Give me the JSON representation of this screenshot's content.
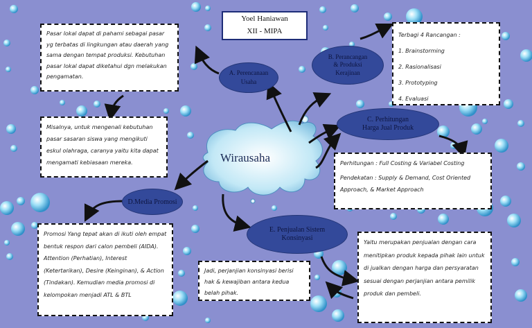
{
  "header": {
    "name": "Yoel Haniawan",
    "class": "XII - MIPA"
  },
  "center": {
    "label": "Wirausaha"
  },
  "nodes": {
    "a": {
      "line1": "A. Perencanaan",
      "line2": "Usaha"
    },
    "b": {
      "line1": "B. Perancangan",
      "line2": "& Produksi",
      "line3": "Kerajinan"
    },
    "c": {
      "line1": "C. Perhitungan",
      "line2": "Harga Jual Produk"
    },
    "d": {
      "line1": "D.Media Promosi"
    },
    "e": {
      "line1": "E. Penjualan Sistem",
      "line2": "Konsinyasi"
    }
  },
  "boxes": {
    "pasar": "Pasar lokal dapat di pahami sebagai pasar yg terbatas di lingkungan atau daerah yang sama dengan tempat produksi. Kebutuhan pasar lokal dapat diketahui dgn melakukan pengamatan.",
    "misalnya": "Misalnya, untuk mengenali kebutuhan pasar sasaran siswa yang mengikuti eskul olahraga, caranya yaitu kita dapat mengamati kebiasaan mereka.",
    "rancangan": {
      "title": "Terbagi 4 Rancangan :",
      "items": [
        "1. Brainstorming",
        "2. Rasionalisasi",
        "3. Prototyping",
        "4. Evaluasi"
      ]
    },
    "perhitungan": {
      "line1": "Perhitungan : Full Costing & Variabel Costing",
      "line2": "Pendekatan : Supply & Demand, Cost Oriented Approach, & Market Approach"
    },
    "promosi": "Promosi Yang tepat akan di ikuti oleh empat bentuk respon dari calon pembeli (AIDA). Attention (Perhatian), Interest (Ketertarikan), Desire (Keinginan), & Action (Tindakan). Kemudian media promosi di kelompokan menjadi ATL & BTL",
    "jadi": "Jadi, perjanjian konsinyasi berisi hak & kewajiban antara kedua belah pihak.",
    "yaitu": "Yaitu merupakan penjualan dengan cara menitipkan produk kepada pihak lain untuk di jualkan dengan harga dan persyaratan sesuai dengan perjanjian antara pemilik produk dan pembeli."
  },
  "colors": {
    "background": "#8a8fd0",
    "node": "#33499a",
    "splash": "#a9d8ee",
    "bubble": "#7fd0f2"
  }
}
